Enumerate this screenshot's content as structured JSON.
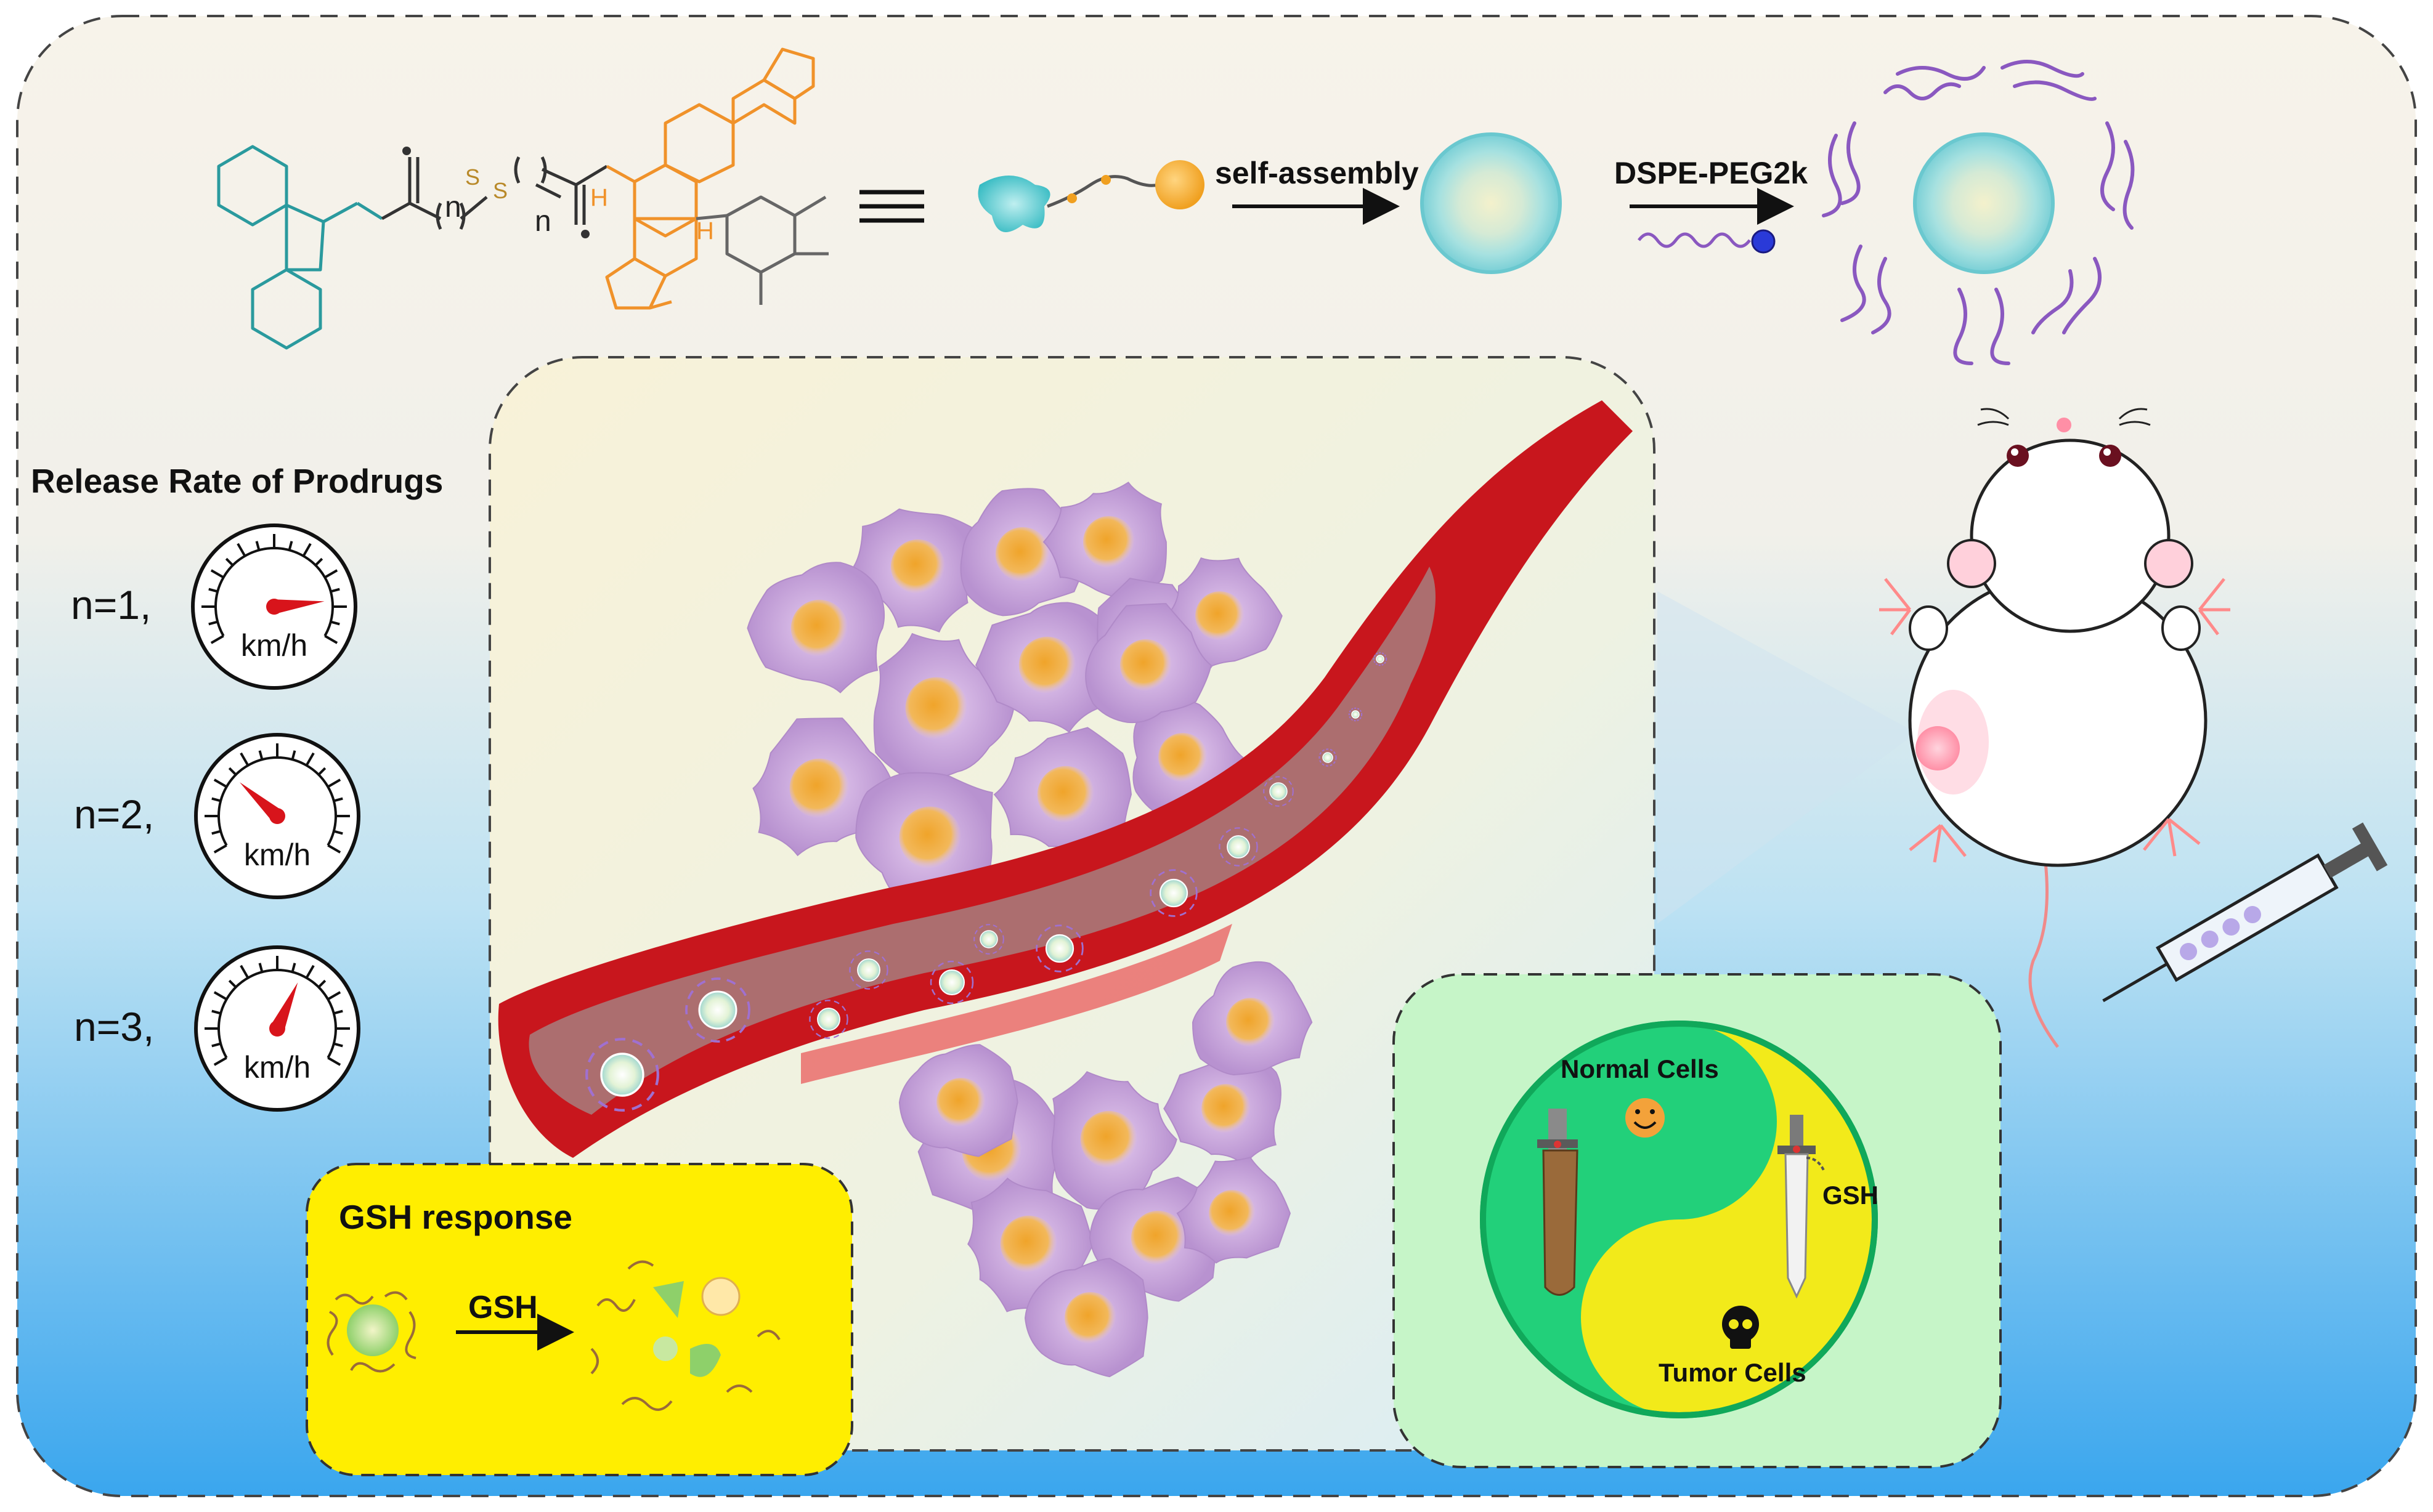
{
  "chemistry": {
    "n_left": "n",
    "n_right": "n",
    "s1": "S",
    "s2": "S",
    "h1": "H",
    "h2": "H"
  },
  "assembly": {
    "self_assembly": "self-assembly",
    "dspe_peg": "DSPE-PEG2k"
  },
  "release": {
    "title": "Release Rate of Prodrugs",
    "gauges": [
      {
        "label": "n=1,",
        "unit": "km/h",
        "needle_level": 0.85
      },
      {
        "label": "n=2,",
        "unit": "km/h",
        "needle_level": 0.3
      },
      {
        "label": "n=3,",
        "unit": "km/h",
        "needle_level": 0.6
      }
    ]
  },
  "gsh_panel": {
    "title": "GSH response",
    "arrow_label": "GSH"
  },
  "yinyang_panel": {
    "normal": "Normal Cells",
    "tumor": "Tumor Cells",
    "gsh": "GSH"
  },
  "colors": {
    "fluorenyl": "#2a9a9e",
    "linker": "#333333",
    "sulfur": "#b98a2a",
    "podophyllotoxin": "#f0922a",
    "vessel": "#c8161d",
    "cell": "#c4a3d6",
    "nucleus": "#f0a020",
    "peg": "#8a58c0",
    "gsh_bg": "#ffee00",
    "normal_green": "#22d07a",
    "tumor_yellow": "#f2ea1a"
  }
}
